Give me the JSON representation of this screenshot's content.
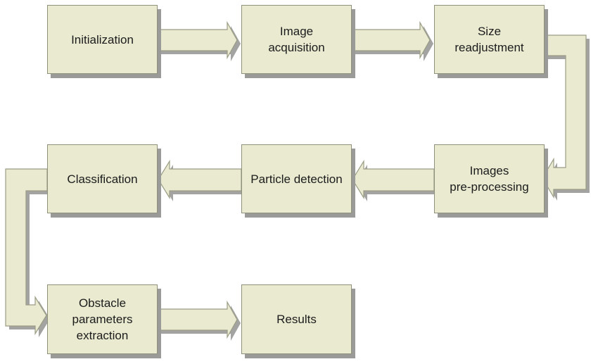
{
  "diagram": {
    "nodes": [
      {
        "id": "initialization",
        "label": "Initialization"
      },
      {
        "id": "image-acquisition",
        "label": "Image\nacquisition"
      },
      {
        "id": "size-readjustment",
        "label": "Size\nreadjustment"
      },
      {
        "id": "images-preprocessing",
        "label": "Images\npre-processing"
      },
      {
        "id": "particle-detection",
        "label": "Particle detection"
      },
      {
        "id": "classification",
        "label": "Classification"
      },
      {
        "id": "obstacle-parameters-extraction",
        "label": "Obstacle\nparameters\nextraction"
      },
      {
        "id": "results",
        "label": "Results"
      }
    ],
    "edges": [
      {
        "from": "initialization",
        "to": "image-acquisition"
      },
      {
        "from": "image-acquisition",
        "to": "size-readjustment"
      },
      {
        "from": "size-readjustment",
        "to": "images-preprocessing"
      },
      {
        "from": "images-preprocessing",
        "to": "particle-detection"
      },
      {
        "from": "particle-detection",
        "to": "classification"
      },
      {
        "from": "classification",
        "to": "obstacle-parameters-extraction"
      },
      {
        "from": "obstacle-parameters-extraction",
        "to": "results"
      }
    ],
    "colors": {
      "box_fill": "#e9ead0",
      "box_shadow": "#9a9b98",
      "text": "#1c1c1c"
    }
  }
}
